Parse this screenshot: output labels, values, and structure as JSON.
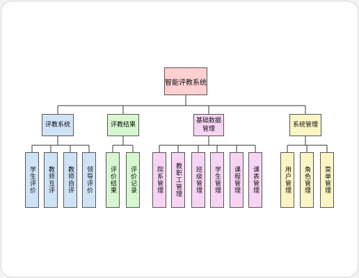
{
  "diagram": {
    "root": {
      "label": "智能评教系统",
      "color": "#ffd0d0"
    },
    "branches": [
      {
        "label": "评教系统",
        "color": "#cfe3f7",
        "children": [
          "学生评价",
          "教师互评",
          "教师自评",
          "领导评价"
        ]
      },
      {
        "label": "评教结果",
        "color": "#d7f7d0",
        "children": [
          "评价结果",
          "评价记录"
        ]
      },
      {
        "label": "基础数据\n管理",
        "color": "#f7d4f4",
        "children": [
          "院系管理",
          "教职工管理",
          "班级管理",
          "学生管理",
          "课程管理",
          "课表管理"
        ]
      },
      {
        "label": "系统管理",
        "color": "#fbf4c4",
        "children": [
          "用户管理",
          "角色管理",
          "菜单管理"
        ]
      }
    ]
  }
}
